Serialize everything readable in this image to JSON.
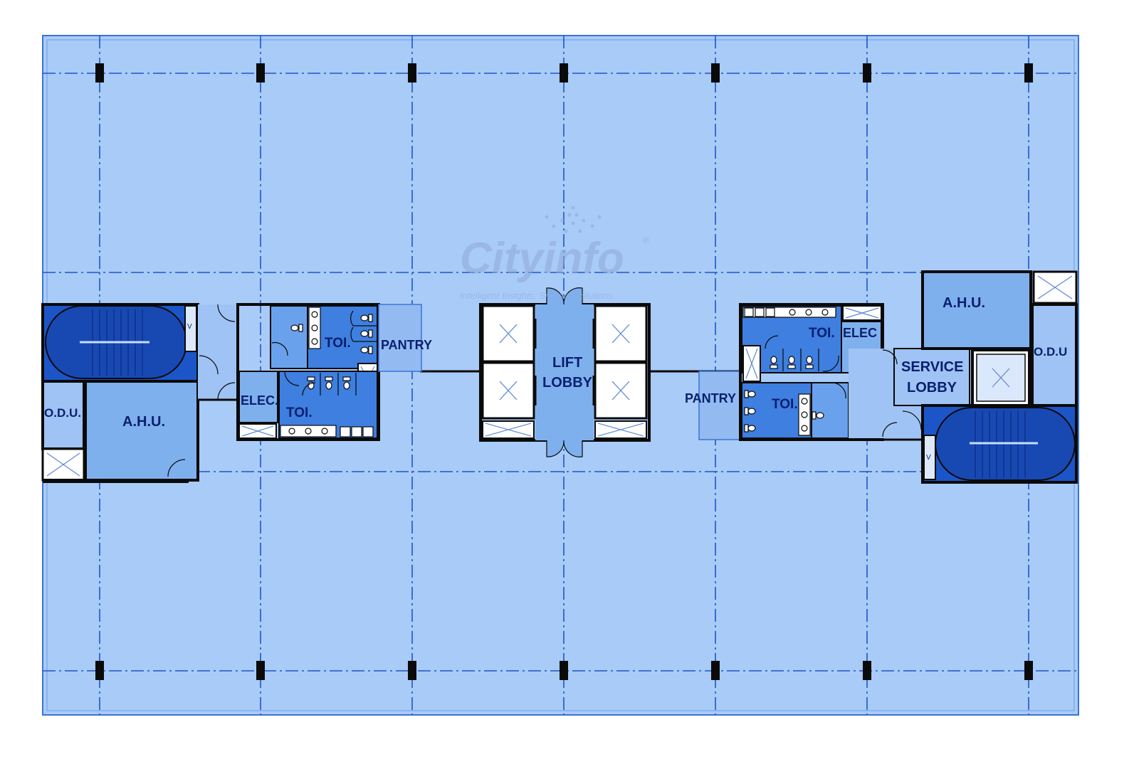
{
  "colors": {
    "floor": "#a9cbf7",
    "core_light": "#7fb0ee",
    "core_mid": "#3e7fe0",
    "core_dark": "#1c55c8",
    "wall": "#0a0a0a",
    "grid": "#1d56c9",
    "label": "#0a1f6e",
    "watermark": "#8fa8d8"
  },
  "labels": {
    "left_odu": "O.D.U.",
    "left_ahu": "A.H.U.",
    "left_elec": "ELEC.",
    "left_toi_top": "TOI.",
    "left_toi_bottom": "TOI.",
    "left_pantry": "PANTRY",
    "lift_lobby_1": "LIFT",
    "lift_lobby_2": "LOBBY",
    "right_pantry": "PANTRY",
    "right_toi_top": "TOI.",
    "right_toi_bottom": "TOI.",
    "right_elec": "ELEC",
    "right_ahu": "A.H.U.",
    "service_lobby_1": "SERVICE",
    "service_lobby_2": "LOBBY",
    "right_odu": "O.D.U"
  },
  "watermark": {
    "brand": "Cityinfo",
    "registered": "®",
    "tagline": "Intelligent Insights. Smarter Solutions."
  },
  "icons": {
    "lift_car": "cross-box-icon",
    "stair": "staircase-icon",
    "door": "door-swing-icon",
    "wc": "toilet-icon",
    "sink": "basin-icon",
    "column": "structural-column-icon"
  }
}
